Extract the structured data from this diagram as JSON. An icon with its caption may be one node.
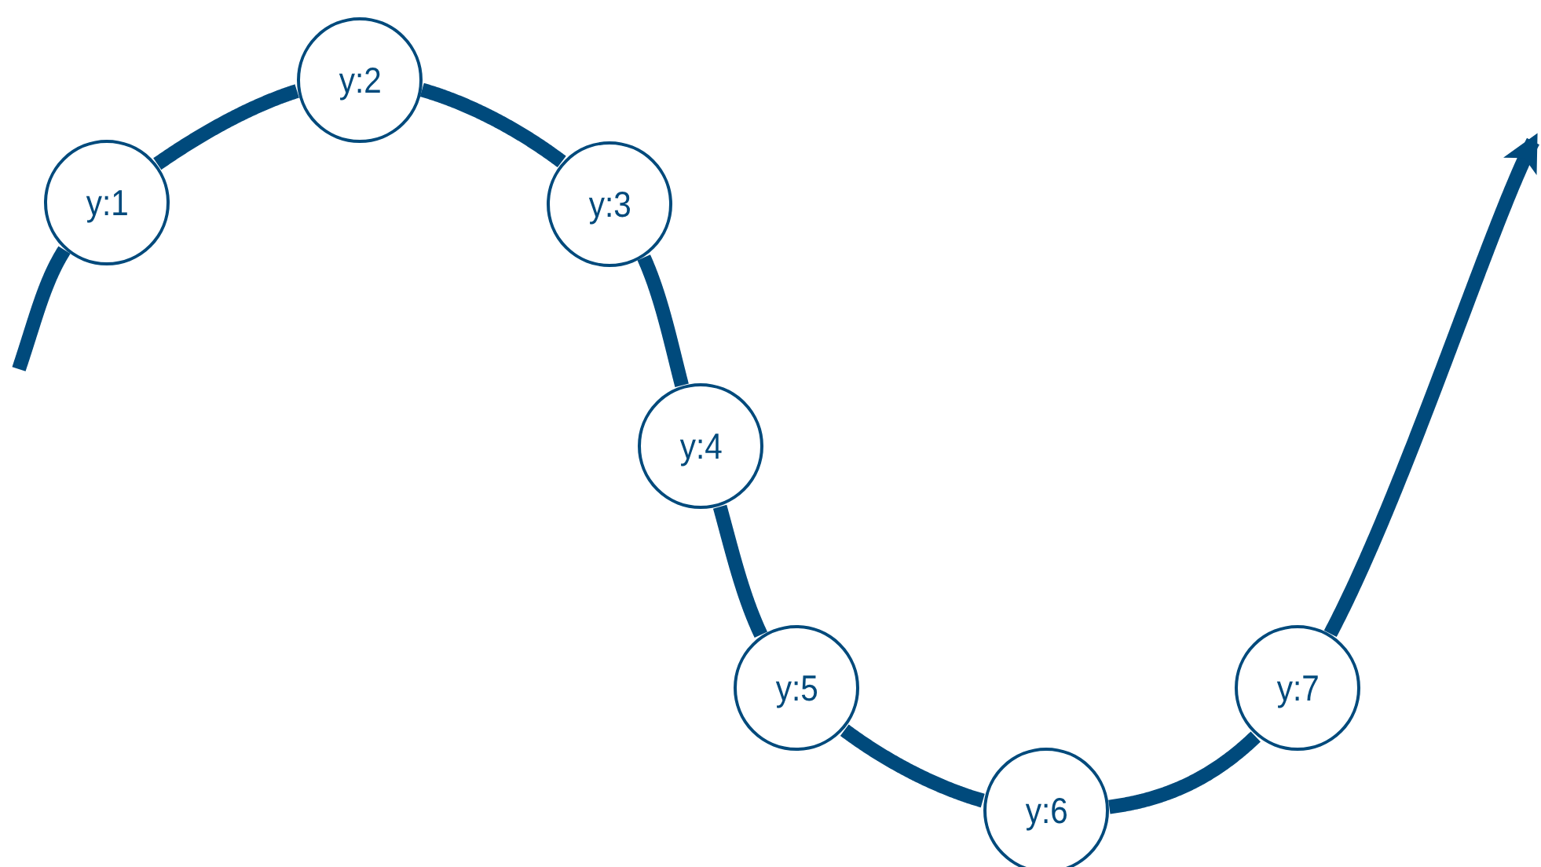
{
  "diagram": {
    "nodes": [
      {
        "text": [
          "y:1"
        ]
      },
      {
        "text": [
          "y:2"
        ]
      },
      {
        "text": [
          "y:3"
        ]
      },
      {
        "text": [
          "y:4"
        ]
      },
      {
        "text": [
          "y:5"
        ]
      },
      {
        "text": [
          "y:6"
        ]
      },
      {
        "text": [
          "y:7"
        ]
      }
    ],
    "edges": [
      {
        "from": null,
        "to": 0,
        "arrow": "none"
      },
      {
        "from": 0,
        "to": 1,
        "arrow": "none"
      },
      {
        "from": 1,
        "to": 2,
        "arrow": "none"
      },
      {
        "from": 2,
        "to": 3,
        "arrow": "none"
      },
      {
        "from": 3,
        "to": 4,
        "arrow": "none"
      },
      {
        "from": 4,
        "to": 5,
        "arrow": "none"
      },
      {
        "from": 5,
        "to": 6,
        "arrow": "none"
      },
      {
        "from": 6,
        "to": null,
        "arrow": "to"
      }
    ]
  }
}
